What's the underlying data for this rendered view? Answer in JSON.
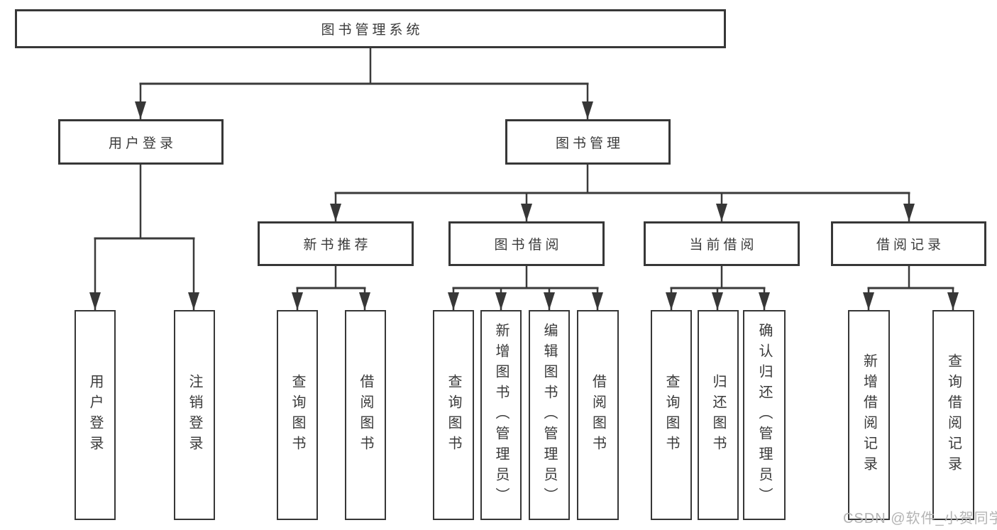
{
  "diagram": {
    "title": "图书管理系统",
    "nodes": {
      "root": "图书管理系统",
      "user_login": "用户登录",
      "book_mgmt": "图书管理",
      "new_books": "新书推荐",
      "book_borrow": "图书借阅",
      "current_borrow": "当前借阅",
      "borrow_records": "借阅记录",
      "leaf_user_login": "用户登录",
      "leaf_logout": "注销登录",
      "leaf_nb_search": "查询图书",
      "leaf_nb_borrow": "借阅图书",
      "leaf_bb_search": "查询图书",
      "leaf_bb_add": "新增图书（管理员）",
      "leaf_bb_edit": "编辑图书（管理员）",
      "leaf_bb_borrow": "借阅图书",
      "leaf_cb_search": "查询图书",
      "leaf_cb_return": "归还图书",
      "leaf_cb_confirm": "确认归还（管理员）",
      "leaf_br_add": "新增借阅记录",
      "leaf_br_search": "查询借阅记录"
    },
    "hierarchy": {
      "图书管理系统": {
        "用户登录": [
          "用户登录",
          "注销登录"
        ],
        "图书管理": {
          "新书推荐": [
            "查询图书",
            "借阅图书"
          ],
          "图书借阅": [
            "查询图书",
            "新增图书（管理员）",
            "编辑图书（管理员）",
            "借阅图书"
          ],
          "当前借阅": [
            "查询图书",
            "归还图书",
            "确认归还（管理员）"
          ],
          "借阅记录": [
            "新增借阅记录",
            "查询借阅记录"
          ]
        }
      }
    },
    "colors": {
      "line": "#3a3a3a",
      "box_border": "#373737",
      "text": "#3a3a3a",
      "background": "#ffffff",
      "watermark": "#b4b4b4"
    }
  },
  "watermark": {
    "text": "CSDN @软件_小贺同学"
  }
}
